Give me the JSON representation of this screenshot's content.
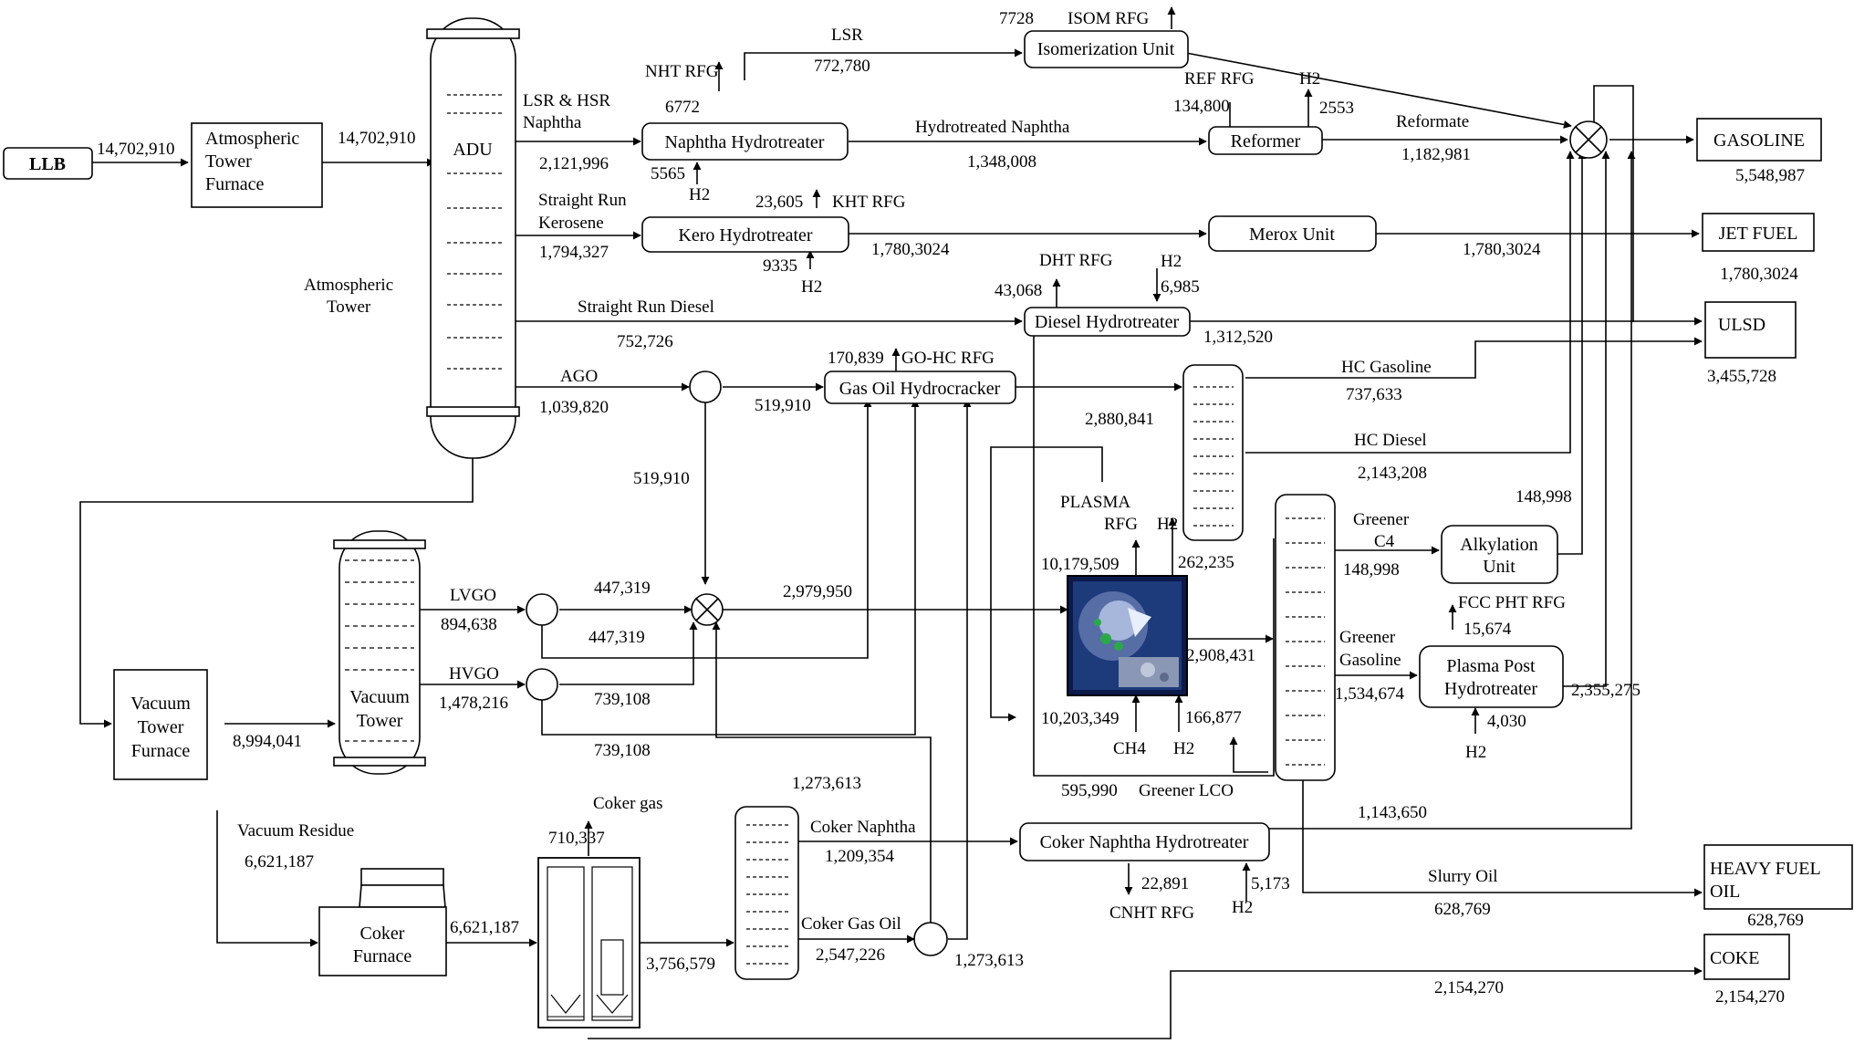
{
  "feed": {
    "name": "LLB",
    "flow": "14,702,910"
  },
  "atm_furnace": {
    "line1": "Atmospheric",
    "line2": "Tower",
    "line3": "Furnace",
    "out_flow": "14,702,910"
  },
  "adu": {
    "label": "ADU",
    "desc1": "Atmospheric",
    "desc2": "Tower"
  },
  "naphtha": {
    "stream1": "LSR & HSR",
    "stream2": "Naphtha",
    "flow": "2,121,996",
    "unit": "Naphtha Hydrotreater",
    "rfg_label": "NHT RFG",
    "rfg_flow": "6772",
    "h2_flow": "5565",
    "h2_label": "H2",
    "lsr_label": "LSR",
    "lsr_flow": "772,780",
    "out_label": "Hydrotreated Naphtha",
    "out_flow": "1,348,008"
  },
  "isom": {
    "unit": "Isomerization Unit",
    "rfg_flow": "7728",
    "rfg_label": "ISOM RFG"
  },
  "reformer": {
    "unit": "Reformer",
    "rfg_label": "REF RFG",
    "rfg_flow": "134,800",
    "h2_label": "H2",
    "h2_flow": "2553",
    "out_label": "Reformate",
    "out_flow": "1,182,981"
  },
  "kero": {
    "stream1": "Straight Run",
    "stream2": "Kerosene",
    "flow": "1,794,327",
    "unit": "Kero Hydrotreater",
    "rfg_flow": "23,605",
    "rfg_label": "KHT RFG",
    "h2_flow": "9335",
    "h2_label": "H2",
    "out_flow": "1,780,3024"
  },
  "merox": {
    "unit": "Merox Unit",
    "out_flow": "1,780,3024"
  },
  "diesel": {
    "stream": "Straight Run Diesel",
    "flow": "752,726",
    "unit": "Diesel Hydrotreater",
    "rfg_label": "DHT RFG",
    "rfg_flow": "43,068",
    "h2_label": "H2",
    "h2_flow": "6,985",
    "out_flow": "1,312,520"
  },
  "ago": {
    "label": "AGO",
    "flow": "1,039,820",
    "split_flow": "519,910",
    "down_flow": "519,910"
  },
  "gohc": {
    "unit": "Gas Oil Hydrocracker",
    "rfg_flow": "170,839",
    "rfg_label": "GO-HC RFG",
    "total_flow": "2,880,841",
    "hc_gasoline_label": "HC Gasoline",
    "hc_gasoline_flow": "737,633",
    "hc_diesel_label": "HC Diesel",
    "hc_diesel_flow": "2,143,208"
  },
  "products": {
    "gasoline": "GASOLINE",
    "gasoline_flow": "5,548,987",
    "jet": "JET FUEL",
    "jet_flow": "1,780,3024",
    "ulsd": "ULSD",
    "ulsd_flow": "3,455,728",
    "hfo1": "HEAVY FUEL",
    "hfo2": "OIL",
    "hfo_flow": "628,769",
    "coke": "COKE",
    "coke_flow": "2,154,270"
  },
  "vacuum": {
    "furnace1": "Vacuum",
    "furnace2": "Tower",
    "furnace3": "Furnace",
    "feed_flow": "8,994,041",
    "tower1": "Vacuum",
    "tower2": "Tower",
    "lvgo_label": "LVGO",
    "lvgo_flow": "894,638",
    "lvgo_to_mix": "447,319",
    "lvgo_to_hc": "447,319",
    "hvgo_label": "HVGO",
    "hvgo_flow": "1,478,216",
    "hvgo_to_mix": "739,108",
    "hvgo_to_hc": "739,108",
    "residue_label": "Vacuum Residue",
    "residue_flow": "6,621,187"
  },
  "plasma": {
    "feed_flow": "2,979,950",
    "rfg1": "PLASMA",
    "rfg2": "RFG",
    "rfg_flow": "10,179,509",
    "h2_label": "H2",
    "h2_flow": "262,235",
    "out_flow": "2,908,431",
    "ch4_flow": "10,203,349",
    "ch4_label": "CH4",
    "h2_in_flow": "166,877",
    "h2_in_label": "H2",
    "lco_flow": "595,990",
    "lco_label": "Greener LCO",
    "c4_1": "Greener",
    "c4_2": "C4",
    "c4_flow": "148,998",
    "gas1": "Greener",
    "gas2": "Gasoline",
    "gas_flow": "1,534,674",
    "pht1": "Plasma Post",
    "pht2": "Hydrotreater",
    "pht_rfg_label": "FCC PHT RFG",
    "pht_rfg_flow": "15,674",
    "pht_h2_flow": "4,030",
    "pht_h2_label": "H2",
    "pht_out_flow": "2,355,275"
  },
  "alky": {
    "line1": "Alkylation",
    "line2": "Unit",
    "out_flow": "148,998"
  },
  "coker": {
    "furnace1": "Coker",
    "furnace2": "Furnace",
    "furnace_out": "6,621,187",
    "gas_label": "Coker gas",
    "gas_flow": "710,337",
    "drum_out": "3,756,579",
    "naphtha_label": "Coker Naphtha",
    "naphtha_flow": "1,209,354",
    "gasoil_label": "Coker Gas Oil",
    "gasoil_flow": "2,547,226",
    "gasoil_to_mix": "1,273,613",
    "gasoil_to_hc": "1,273,613",
    "cnht_unit": "Coker Naphtha Hydrotreater",
    "cnht_rfg_flow": "22,891",
    "cnht_rfg_label": "CNHT RFG",
    "cnht_h2_flow": "5,173",
    "cnht_h2_label": "H2",
    "cnht_out_flow": "1,143,650"
  },
  "slurry": {
    "label": "Slurry Oil",
    "flow": "628,769"
  }
}
